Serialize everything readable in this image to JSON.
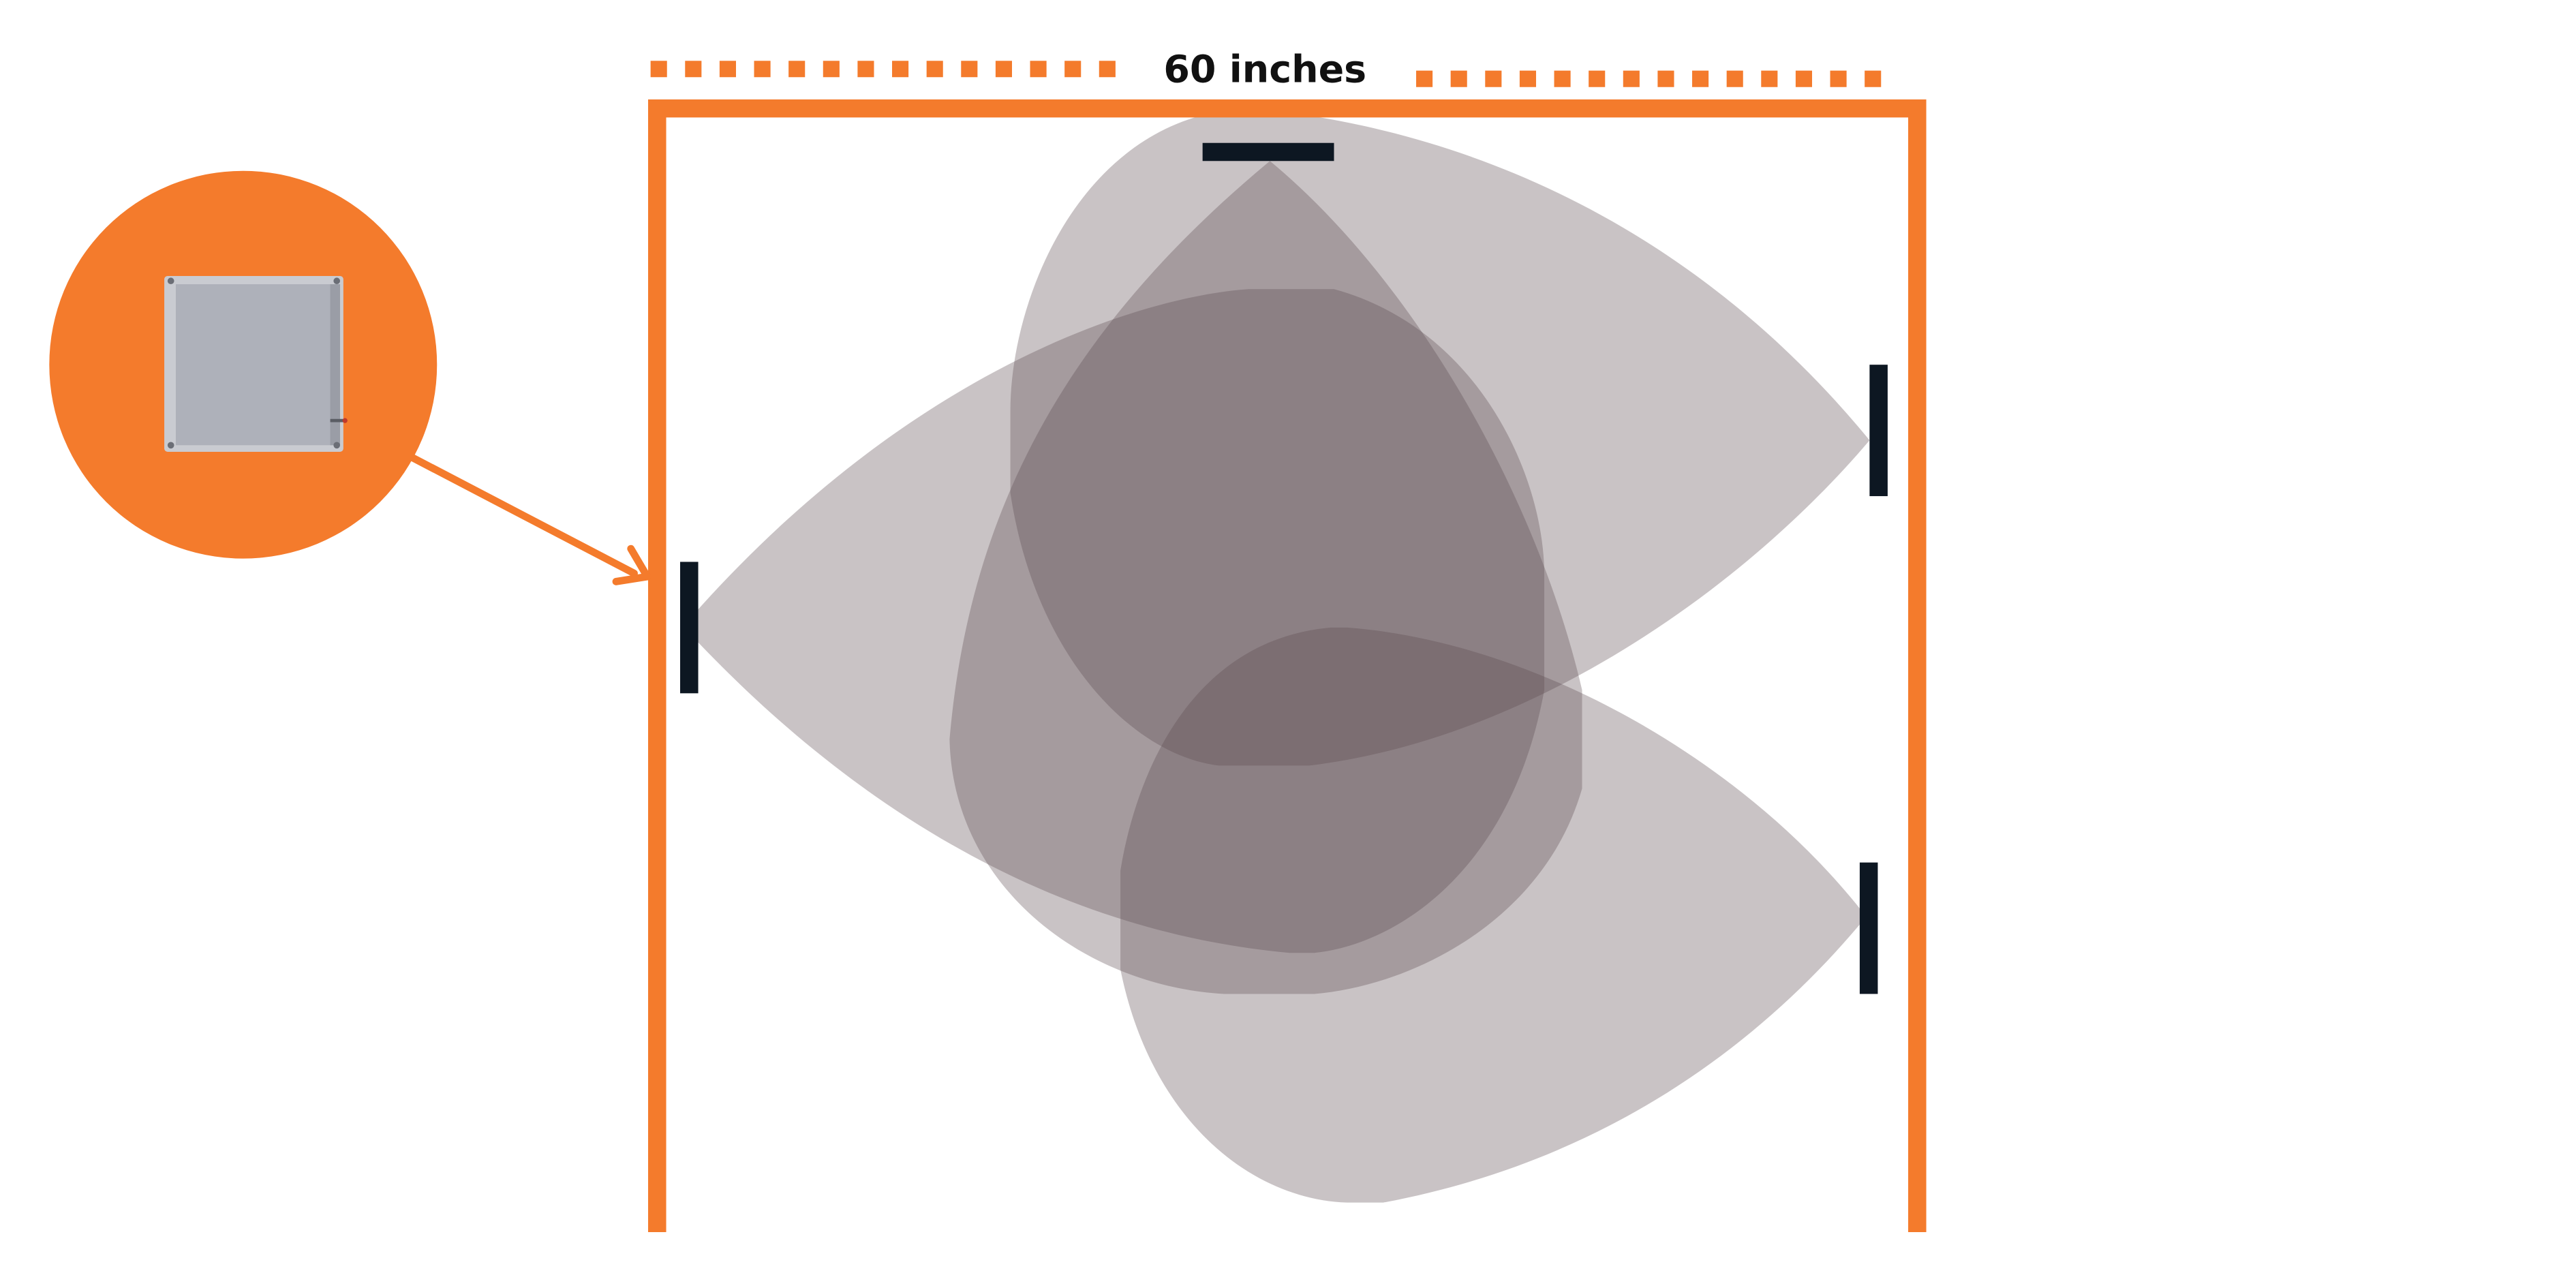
{
  "dimension": {
    "label": "60 inches"
  },
  "colors": {
    "frame": "#F47B2C",
    "reader": "#0D1722",
    "coverage": "#5B4A50",
    "panel_fill": "#AEB1BA",
    "panel_border": "#C9CBD1",
    "background": "#FFFFFF"
  },
  "icons": {
    "callout": "rfid-antenna-panel-icon",
    "pointer": "arrow-right-icon"
  },
  "antennas": [
    {
      "name": "antenna-top",
      "wall": "top"
    },
    {
      "name": "antenna-left",
      "wall": "left"
    },
    {
      "name": "antenna-right-upper",
      "wall": "right"
    },
    {
      "name": "antenna-right-lower",
      "wall": "right"
    }
  ],
  "coverage_opacity": 0.33
}
